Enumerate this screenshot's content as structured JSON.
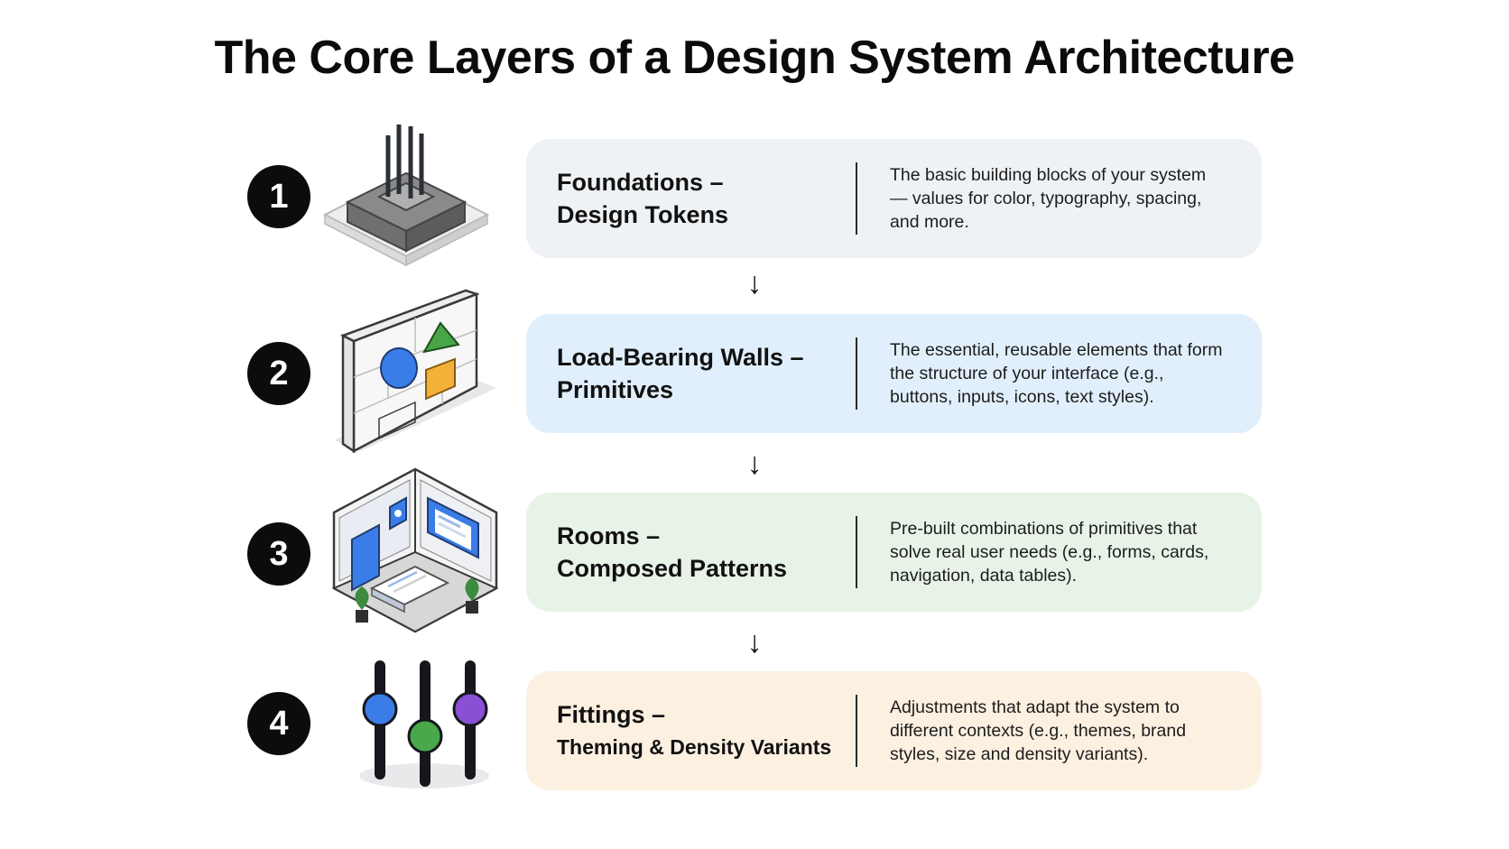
{
  "title": "The Core Layers of a Design System Architecture",
  "arrow_glyph": "↓",
  "layers": [
    {
      "number": "1",
      "name_line1": "Foundations –",
      "name_line2": "Design Tokens",
      "description": "The basic building blocks of your system — values for color, typography, spacing, and more.",
      "icon": "foundation-pillar-icon",
      "card_color": "#eff2f5"
    },
    {
      "number": "2",
      "name_line1": "Load-Bearing Walls –",
      "name_line2": "Primitives",
      "description": "The essential, reusable elements that form the structure of your interface (e.g., buttons, inputs, icons, text styles).",
      "icon": "wall-with-shapes-icon",
      "card_color": "#e1effc"
    },
    {
      "number": "3",
      "name_line1": "Rooms –",
      "name_line2": "Composed Patterns",
      "description": "Pre-built combinations of primitives that solve real user needs (e.g., forms, cards, navigation, data tables).",
      "icon": "room-interior-icon",
      "card_color": "#e8f3e8"
    },
    {
      "number": "4",
      "name_line1": "Fittings –",
      "name_line2": "Theming & Density Variants",
      "description": "Adjustments that adapt the system to different contexts (e.g., themes, brand styles, size and density variants).",
      "icon": "sliders-icon",
      "card_color": "#fcf0e1"
    }
  ],
  "colors": {
    "slider_blue": "#3b7de8",
    "slider_green": "#49a84a",
    "slider_purple": "#8b4fd6",
    "shape_blue": "#3b7de8",
    "shape_green": "#48a646",
    "shape_orange": "#f3b13a"
  }
}
